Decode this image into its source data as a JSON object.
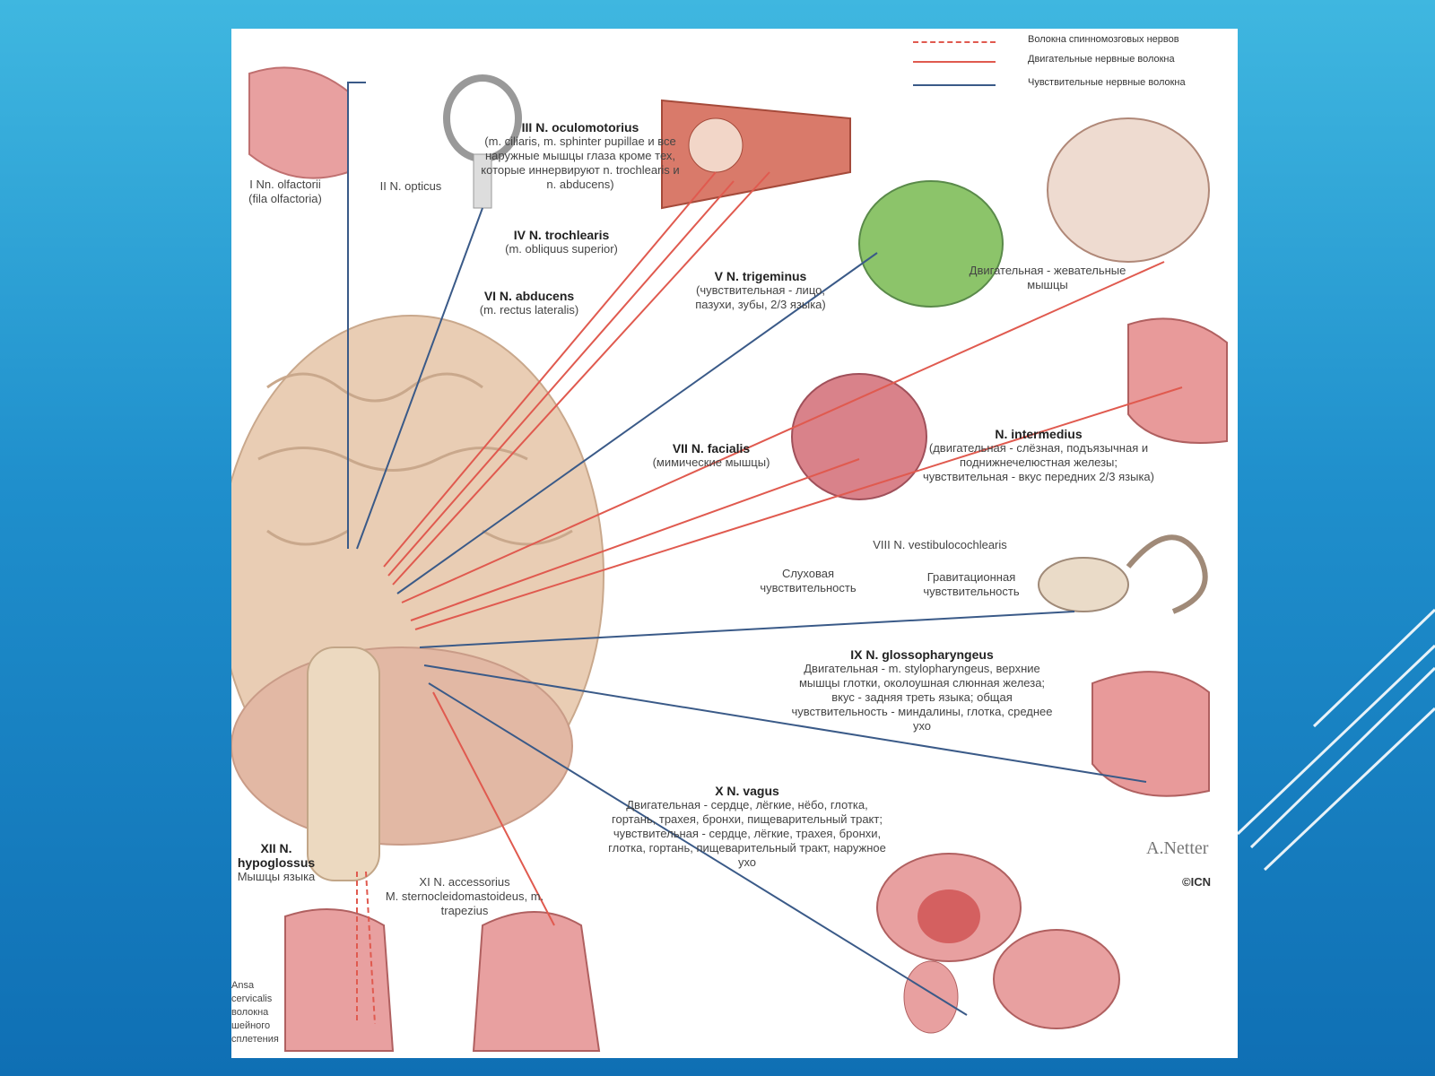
{
  "legend": [
    {
      "label": "Волокна спинномозговых нервов",
      "color": "#e05a4f",
      "style": "dashed"
    },
    {
      "label": "Двигательные нервные волокна",
      "color": "#e05a4f",
      "style": "solid"
    },
    {
      "label": "Чувствительные нервные волокна",
      "color": "#3a5a88",
      "style": "solid"
    }
  ],
  "nerves": {
    "olfactory": {
      "title": "I Nn. olfactorii",
      "desc": "(fila olfactoria)"
    },
    "optic": {
      "title": "II N. opticus",
      "desc": ""
    },
    "oculomotor": {
      "title": "III N. oculomotorius",
      "desc": "(m. ciliaris, m. sphinter pupillae и все наружные мышцы глаза кроме тех, которые иннервируют n. trochlearis и n. abducens)"
    },
    "trochlear": {
      "title": "IV N. trochlearis",
      "desc": "(m. obliquus superior)"
    },
    "abducens": {
      "title": "VI N. abducens",
      "desc": "(m. rectus lateralis)"
    },
    "trigeminal": {
      "title": "V N. trigeminus",
      "desc": "(чувствительная - лицо, пазухи, зубы, 2/3 языка)"
    },
    "trigeminal_motor": {
      "title": "",
      "desc": "Двигательная - жевательные мышцы"
    },
    "facial": {
      "title": "VII N. facialis",
      "desc": "(мимические мышцы)"
    },
    "intermedius": {
      "title": "N. intermedius",
      "desc": "(двигательная - слёзная, подъязычная и поднижнечелюстная железы; чувствительная - вкус передних 2/3 языка)"
    },
    "vestibulocochlear": {
      "title": "VIII N. vestibulocochlearis",
      "desc": ""
    },
    "hearing": {
      "title": "",
      "desc": "Слуховая чувствительность"
    },
    "gravity": {
      "title": "",
      "desc": "Гравитационная чувствительность"
    },
    "glossopharyngeal": {
      "title": "IX N. glossopharyngeus",
      "desc": "Двигательная - m. stylopharyngeus, верхние мышцы глотки, околоушная слюнная железа; вкус - задняя треть языка; общая чувствительность - миндалины, глотка, среднее ухо"
    },
    "vagus": {
      "title": "X N. vagus",
      "desc": "Двигательная - сердце, лёгкие, нёбо, глотка, гортань, трахея, бронхи, пищеварительный тракт; чувствительная - сердце, лёгкие, трахея, бронхи, глотка, гортань, пищеварительный тракт, наружное ухо"
    },
    "hypoglossal": {
      "title": "XII N. hypoglossus",
      "desc": "Мышцы языка"
    },
    "accessory": {
      "title": "XI N. accessorius",
      "desc": "M. sternocleidomastoideus, m. trapezius"
    },
    "ansa": {
      "title": "",
      "desc": "Ansa cervicalis волокна шейного сплетения"
    }
  },
  "logo": "©ICN",
  "colors": {
    "motor": "#e05a4f",
    "sensory": "#3a5a88",
    "brain": "#e9cdb4",
    "tissue": "#e8a0a0"
  }
}
